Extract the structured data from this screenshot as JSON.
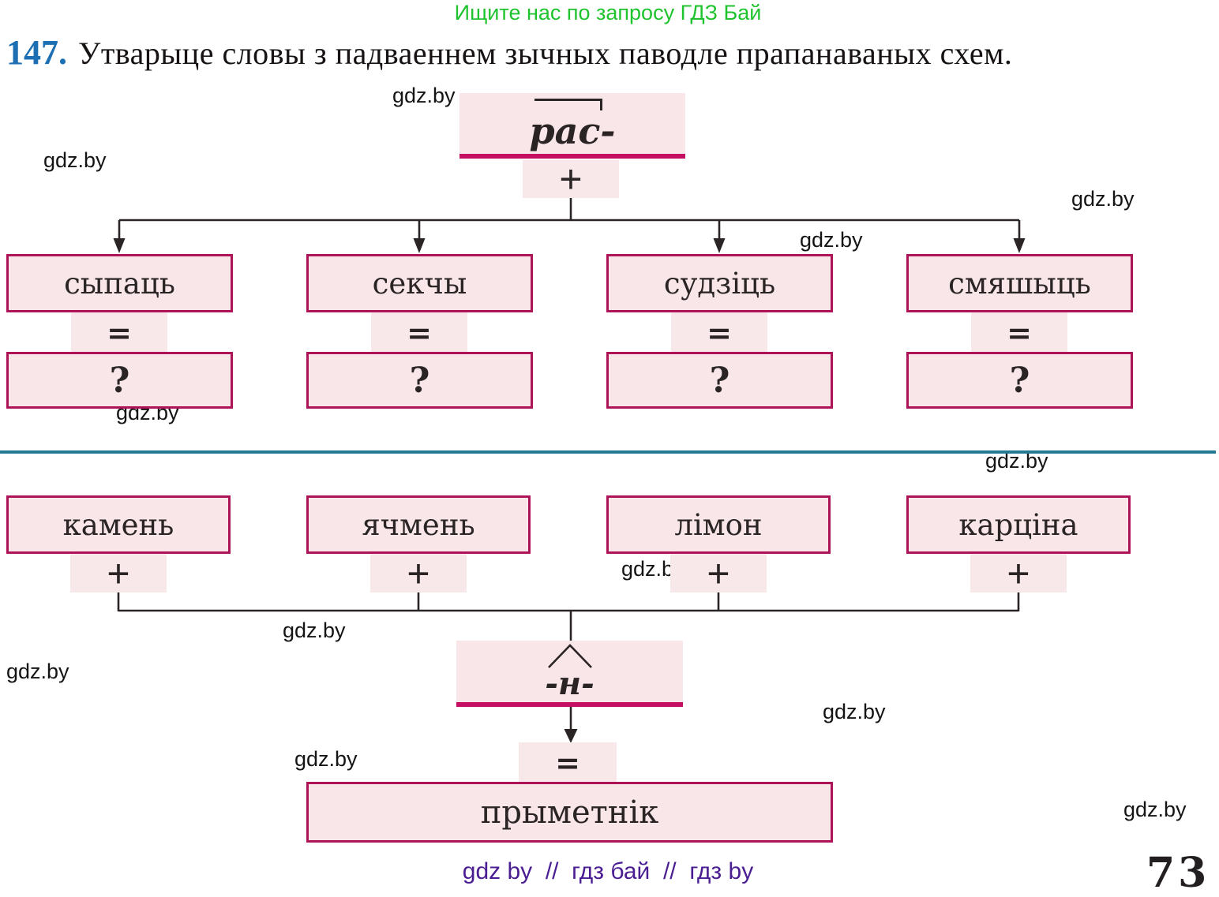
{
  "header": {
    "promo_text": "Ищите нас по запросу ГДЗ Бай"
  },
  "exercise": {
    "number": "147.",
    "task_text": "Утварыце словы з падваеннем зычных паводле прапанаваных схем."
  },
  "watermark": {
    "label": "gdz.by"
  },
  "scheme_prefix": {
    "prefix": "рас-",
    "plus_sign": "+",
    "equals_sign": "=",
    "question_mark": "?",
    "base_words": [
      "сыпаць",
      "секчы",
      "судзіць",
      "смяшыць"
    ]
  },
  "scheme_suffix": {
    "suffix": "-н-",
    "plus_sign": "+",
    "equals_sign": "=",
    "result_word": "прыметнік",
    "base_words": [
      "камень",
      "ячмень",
      "лімон",
      "карціна"
    ]
  },
  "footer": {
    "credits": "gdz by  //  гдз бай  //  гдз by"
  },
  "page": {
    "number": "73"
  },
  "colors": {
    "box_fill": "#f9e6e8",
    "box_border": "#ae1257",
    "accent_underline": "#c50f63",
    "divider_teal": "#237b92",
    "promo_green": "#1fc32e",
    "exercise_blue": "#1d6fb4",
    "footer_purple": "#4a1d93",
    "ink": "#2a2425"
  }
}
